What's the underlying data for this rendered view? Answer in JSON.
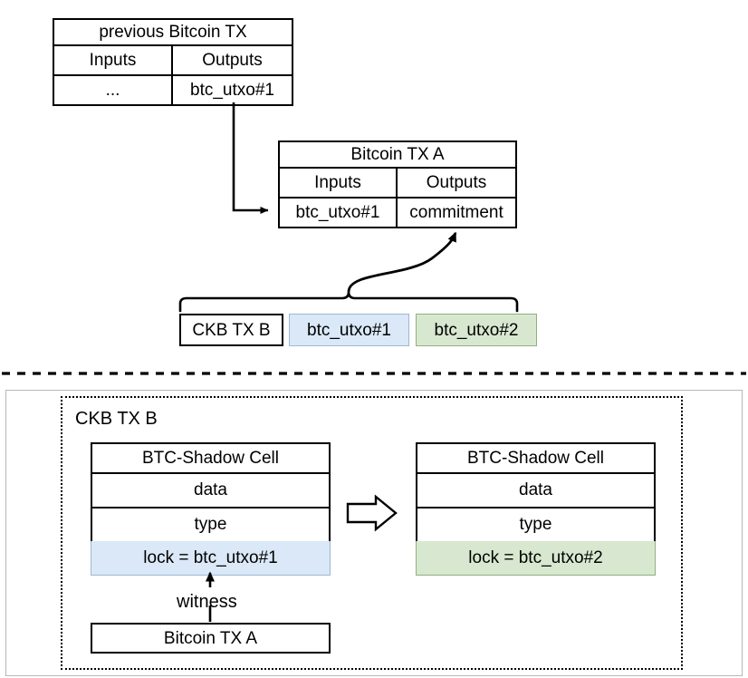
{
  "diagram": {
    "title_hidden": "",
    "colors": {
      "highlight_blue_fill": "#dae8f7",
      "highlight_blue_border": "#9cb9d4",
      "highlight_green_fill": "#d8e8d0",
      "highlight_green_border": "#8fb080",
      "stroke": "#000000",
      "background": "#ffffff"
    },
    "top_section": {
      "prev_tx": {
        "title": "previous Bitcoin TX",
        "col_inputs_header": "Inputs",
        "col_outputs_header": "Outputs",
        "inputs_value": "...",
        "outputs_value": "btc_utxo#1"
      },
      "tx_a": {
        "title": "Bitcoin TX A",
        "col_inputs_header": "Inputs",
        "col_outputs_header": "Outputs",
        "inputs_value": "btc_utxo#1",
        "outputs_value": "commitment"
      },
      "ckb_tx_b_row": {
        "label": "CKB TX B",
        "item_1": "btc_utxo#1",
        "item_2": "btc_utxo#2"
      }
    },
    "bottom_section": {
      "container_label": "CKB TX B",
      "input_cell": {
        "title": "BTC-Shadow Cell",
        "data": "data",
        "type": "type",
        "lock": "lock = btc_utxo#1"
      },
      "output_cell": {
        "title": "BTC-Shadow Cell",
        "data": "data",
        "type": "type",
        "lock": "lock = btc_utxo#2"
      },
      "witness_label": "witness",
      "witness_source": "Bitcoin TX A"
    }
  }
}
